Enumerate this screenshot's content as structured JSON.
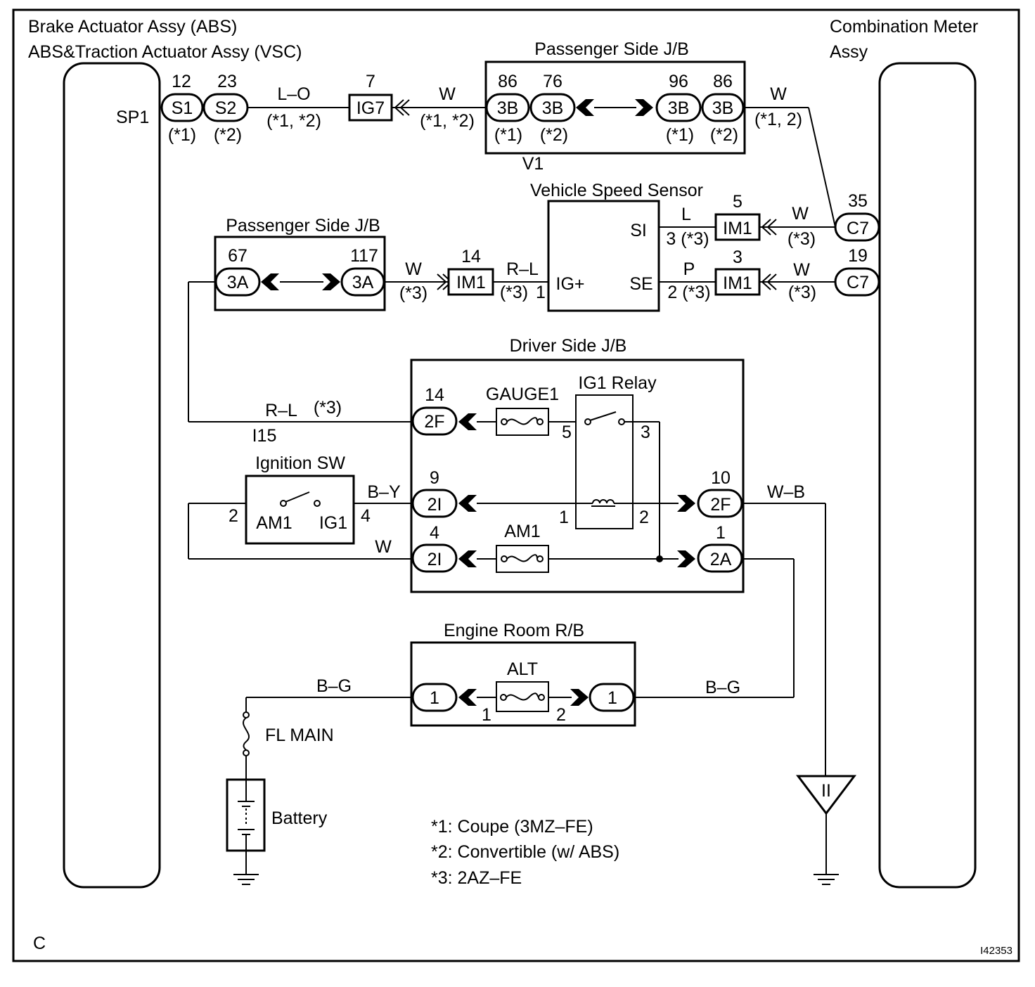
{
  "components": {
    "brake_actuator": {
      "line1": "Brake Actuator Assy (ABS)",
      "line2": "ABS&Traction Actuator Assy (VSC)",
      "terminal": "SP1"
    },
    "combination_meter": {
      "line1": "Combination Meter",
      "line2": "Assy"
    },
    "passenger_jb_top": {
      "title": "Passenger Side J/B",
      "connector_label": "V1"
    },
    "passenger_jb_mid": {
      "title": "Passenger Side J/B"
    },
    "vehicle_speed_sensor": {
      "title": "Vehicle Speed Sensor",
      "pin_si": "SI",
      "pin_se": "SE",
      "pin_ig": "IG+"
    },
    "driver_jb": {
      "title": "Driver Side J/B",
      "fuse1": "GAUGE1",
      "relay": "IG1 Relay",
      "fuse2": "AM1"
    },
    "ignition_sw": {
      "title": "Ignition SW",
      "pin_am1": "AM1",
      "pin_ig1": "IG1",
      "connector": "I15"
    },
    "engine_room_rb": {
      "title": "Engine Room R/B",
      "fuse": "ALT"
    },
    "fl_main": "FL MAIN",
    "battery": "Battery",
    "ground_symbol": "II"
  },
  "connectors": {
    "s1": {
      "num": "12",
      "name": "S1",
      "note": "(*1)"
    },
    "s2": {
      "num": "23",
      "name": "S2",
      "note": "(*2)"
    },
    "ig7": {
      "num": "7",
      "name": "IG7"
    },
    "jb3b_86a": {
      "num": "86",
      "name": "3B",
      "note": "(*1)"
    },
    "jb3b_76": {
      "num": "76",
      "name": "3B",
      "note": "(*2)"
    },
    "jb3b_96": {
      "num": "96",
      "name": "3B",
      "note": "(*1)"
    },
    "jb3b_86b": {
      "num": "86",
      "name": "3B",
      "note": "(*2)"
    },
    "c7_35": {
      "num": "35",
      "name": "C7"
    },
    "c7_19": {
      "num": "19",
      "name": "C7"
    },
    "im1_5": {
      "num": "5",
      "name": "IM1"
    },
    "im1_3": {
      "num": "3",
      "name": "IM1"
    },
    "im1_14": {
      "num": "14",
      "name": "IM1"
    },
    "jb3a_67": {
      "num": "67",
      "name": "3A"
    },
    "jb3a_117": {
      "num": "117",
      "name": "3A"
    },
    "jb2f_14": {
      "num": "14",
      "name": "2F"
    },
    "jb2i_9": {
      "num": "9",
      "name": "2I"
    },
    "jb2i_4": {
      "num": "4",
      "name": "2I"
    },
    "jb2f_10": {
      "num": "10",
      "name": "2F"
    },
    "jb2a_1": {
      "num": "1",
      "name": "2A"
    },
    "rb1_left": {
      "name": "1"
    },
    "rb1_right": {
      "name": "1"
    }
  },
  "wires": {
    "lo": "L–O",
    "lo_note": "(*1, *2)",
    "w_top": "W",
    "w_top_note": "(*1, *2)",
    "w_right": "W",
    "w_right_note": "(*1, 2)",
    "l_si": "L",
    "l_si_pin": "3 (*3)",
    "w_si": "W",
    "w_si_note": "(*3)",
    "p_se": "P",
    "p_se_pin": "2 (*3)",
    "w_se": "W",
    "w_se_note": "(*3)",
    "w_3a": "W",
    "w_3a_note": "(*3)",
    "rl_ig": "R–L",
    "rl_ig_note": "(*3)",
    "rl_ig_pin": "1",
    "rl_2f": "R–L",
    "rl_2f_note": "(*3)",
    "by": "B–Y",
    "w_am1": "W",
    "wb": "W–B",
    "bg_left": "B–G",
    "bg_right": "B–G"
  },
  "pins": {
    "relay_5": "5",
    "relay_3": "3",
    "relay_1": "1",
    "relay_2": "2",
    "ign_2": "2",
    "ign_4": "4",
    "alt_1": "1",
    "alt_2": "2"
  },
  "notes": [
    "*1: Coupe (3MZ–FE)",
    "*2: Convertible (w/ ABS)",
    "*3: 2AZ–FE"
  ],
  "corner_label": "C",
  "figure_id": "I42353"
}
